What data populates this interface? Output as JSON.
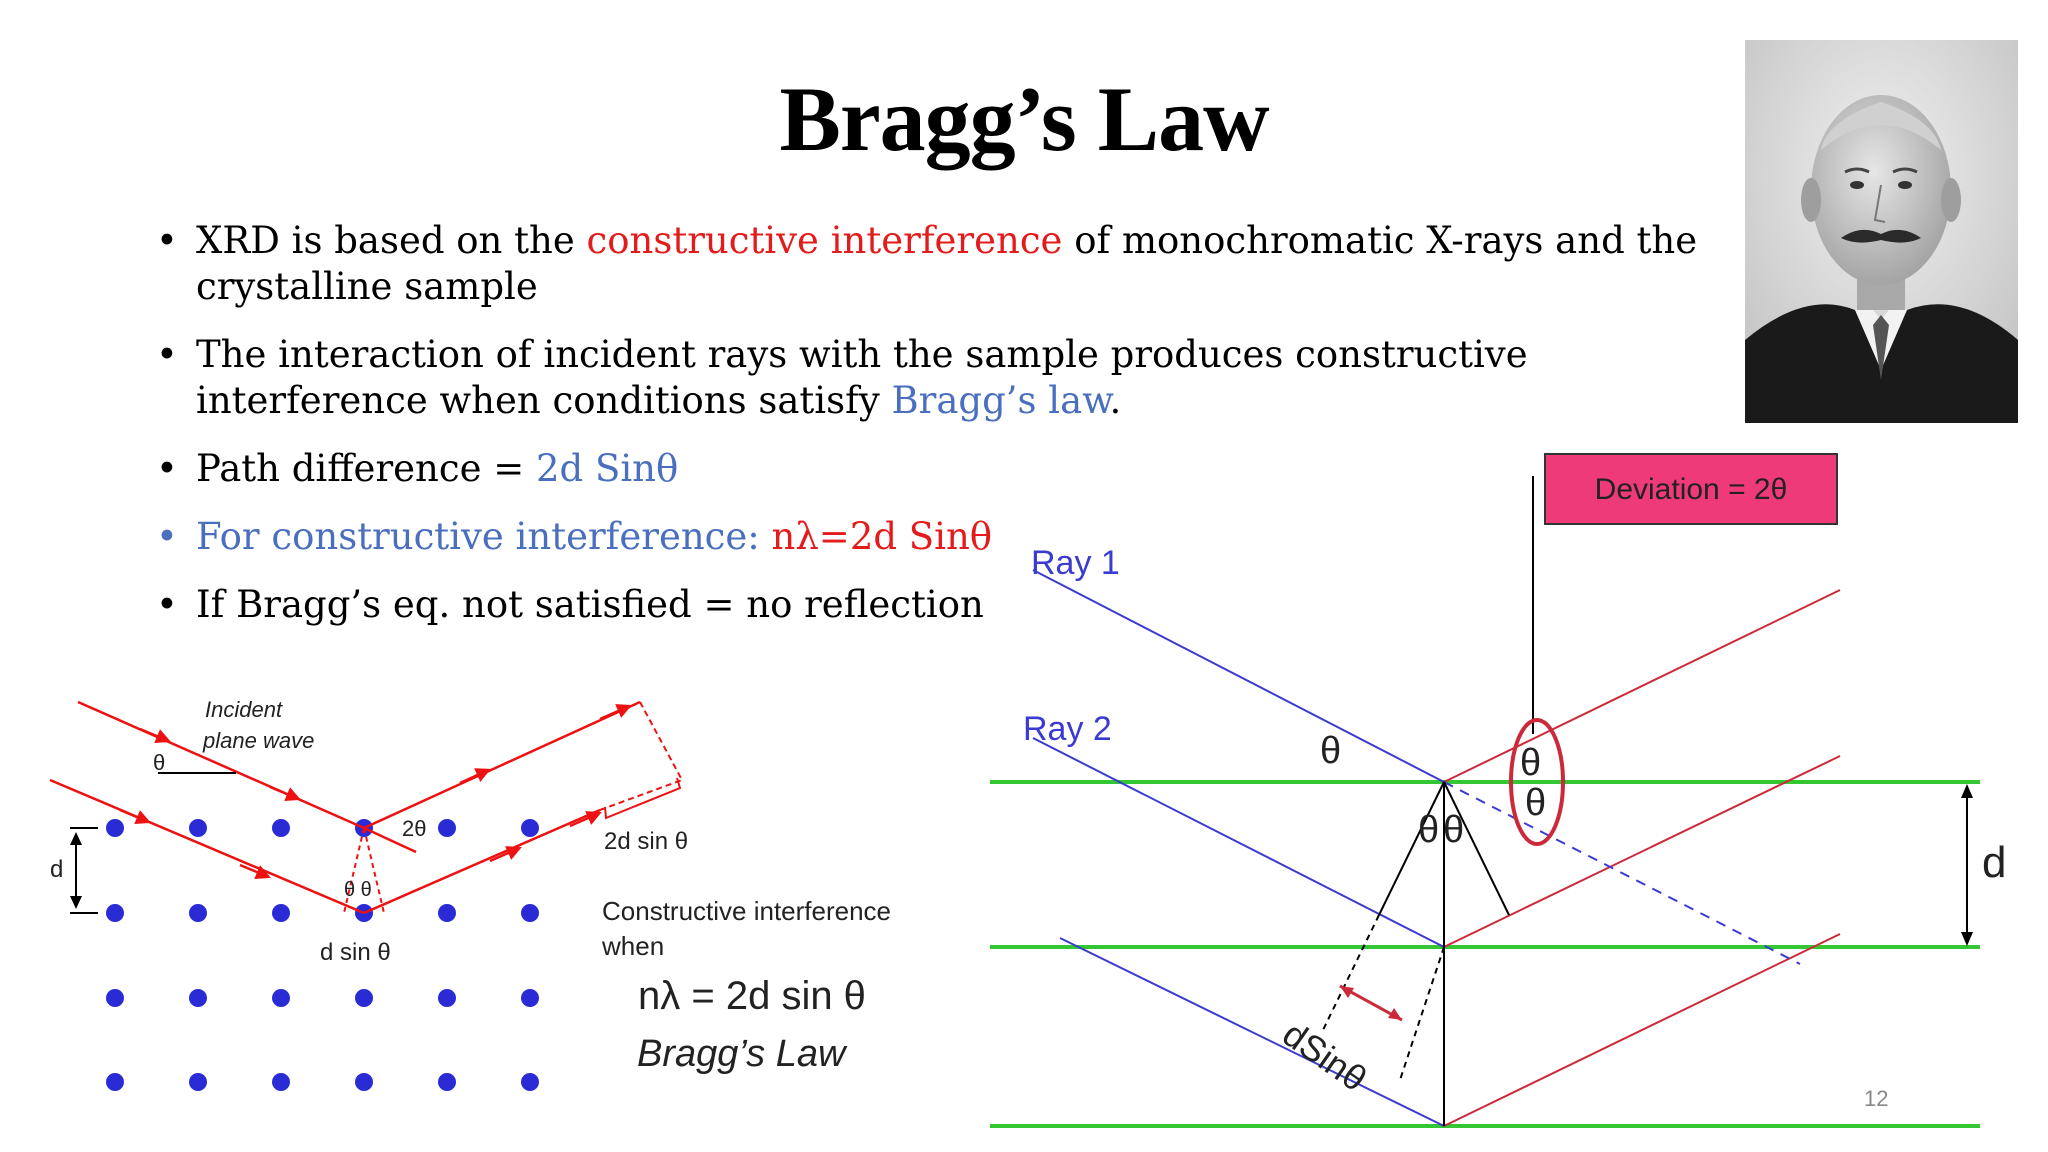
{
  "slide": {
    "title": "Bragg’s Law",
    "page_number": "12"
  },
  "bullets": [
    {
      "symbol": "•",
      "parts": [
        "XRD is based on the ",
        "constructive interference",
        " of monochromatic X-rays and the crystalline sample"
      ]
    },
    {
      "symbol": "•",
      "parts": [
        "The interaction of incident rays with the sample produces constructive interference when conditions satisfy ",
        "Bragg’s law",
        "."
      ]
    },
    {
      "symbol": "•",
      "parts": [
        "Path difference = ",
        "2d Sinθ"
      ]
    },
    {
      "symbol": "•",
      "parts": [
        "For constructive interference: ",
        "nλ=2d Sinθ"
      ]
    },
    {
      "symbol": "•",
      "parts": [
        "If Bragg’s eq. not satisfied = no reflection"
      ]
    }
  ],
  "left_diagram": {
    "incident_label_line1": "Incident",
    "incident_label_line2": "plane wave",
    "theta_label": "θ",
    "two_theta_label": "2θ",
    "d_label": "d",
    "theta_theta_label": "θ θ",
    "d_sin_label": "d sin θ",
    "path_label": "2d sin θ",
    "constructive_line1": "Constructive interference",
    "constructive_line2": "when",
    "equation": "nλ = 2d sin θ",
    "law_name": "Bragg’s Law"
  },
  "right_diagram": {
    "deviation_label": "Deviation = 2θ",
    "ray1_label": "Ray 1",
    "ray2_label": "Ray 2",
    "theta": "θ",
    "d_label": "d",
    "dsin_label": "dSinθ"
  },
  "colors": {
    "red_text": "#e31b1b",
    "blue_text": "#4a6fbf",
    "ray_blue": "#3b3bd1",
    "ray_red": "#cc2a3a",
    "plane_green": "#33c733",
    "atom_blue": "#2b2bd6",
    "arrow_red": "#ee1111",
    "deviation_box": "#ee3a78"
  }
}
